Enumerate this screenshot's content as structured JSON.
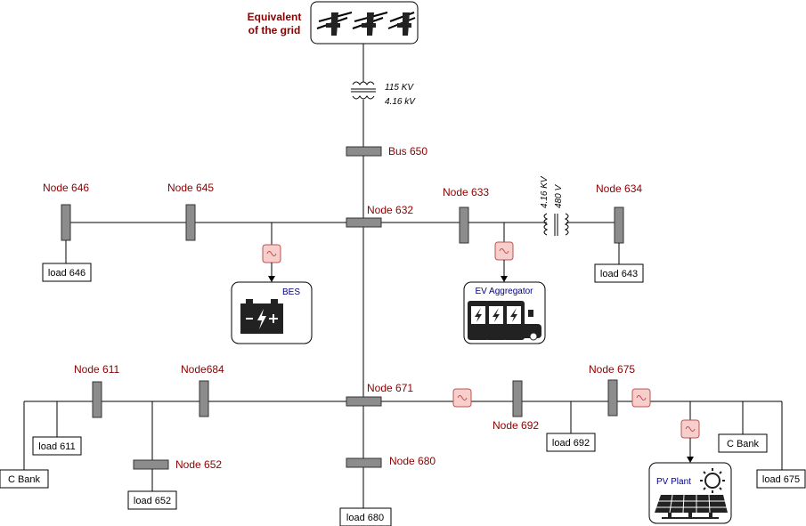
{
  "grid": {
    "title_line1": "Equivalent",
    "title_line2": "of the grid"
  },
  "transformers": {
    "main": {
      "hv": "115 KV",
      "lv": "4.16 kV"
    },
    "t633": {
      "hv": "4.16 KV",
      "lv": "480 V"
    }
  },
  "nodes": {
    "bus650": "Bus 650",
    "n646": "Node 646",
    "n645": "Node 645",
    "n632": "Node 632",
    "n633": "Node 633",
    "n634": "Node 634",
    "n611": "Node 611",
    "n684": "Node684",
    "n671": "Node 671",
    "n675": "Node 675",
    "n692": "Node 692",
    "n652": "Node 652",
    "n680": "Node 680"
  },
  "loads": {
    "l646": "load 646",
    "l643": "load 643",
    "l611": "load 611",
    "cbank_left": "C Bank",
    "l652": "load 652",
    "l680": "load 680",
    "l692": "load 692",
    "cbank_right": "C Bank",
    "l675": "load 675"
  },
  "devices": {
    "bes": "BES",
    "ev": "EV Aggregator",
    "pv": "PV Plant"
  }
}
